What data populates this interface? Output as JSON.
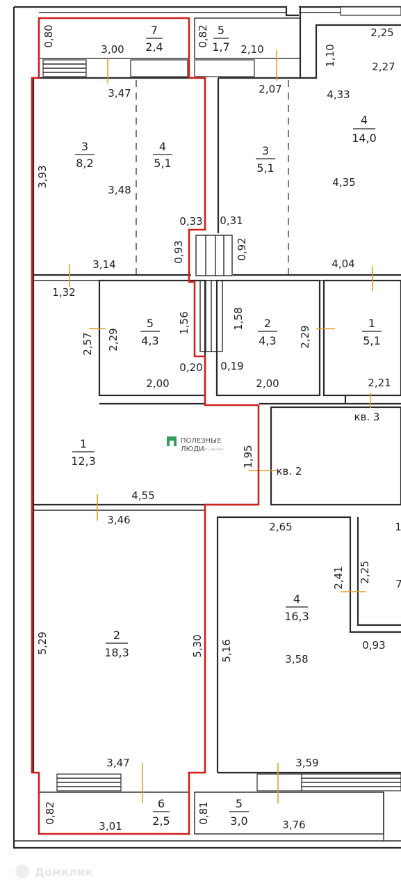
{
  "rooms": [
    {
      "num": "7",
      "area": "2,4"
    },
    {
      "num": "5",
      "area": "1,7"
    },
    {
      "num": "4",
      "area": "14,0"
    },
    {
      "num": "3",
      "area": "8,2"
    },
    {
      "num": "4",
      "area": "5,1"
    },
    {
      "num": "3",
      "area": "5,1"
    },
    {
      "num": "5",
      "area": "4,3"
    },
    {
      "num": "2",
      "area": "4,3"
    },
    {
      "num": "1",
      "area": "5,1"
    },
    {
      "num": "1",
      "area": "12,3"
    },
    {
      "num": "2",
      "area": "18,3"
    },
    {
      "num": "4",
      "area": "16,3"
    },
    {
      "num": "6",
      "area": "2,5"
    },
    {
      "num": "5",
      "area": "3,0"
    }
  ],
  "dimensions": [
    "0,80",
    "3,00",
    "0,82",
    "2,10",
    "2,25",
    "1,10",
    "2,27",
    "3,47",
    "2,07",
    "4,33",
    "3,93",
    "3,48",
    "4,35",
    "0,33",
    "0,31",
    "0,93",
    "0,92",
    "3,14",
    "4,04",
    "1,32",
    "2,57",
    "2,29",
    "1,56",
    "1,58",
    "2,29",
    "0,20",
    "0,19",
    "2,00",
    "2,00",
    "2,21",
    "1,95",
    "4,55",
    "3,46",
    "2,65",
    "1",
    "2,41",
    "2,25",
    "7",
    "0,93",
    "5,29",
    "5,30",
    "5,16",
    "3,58",
    "3,47",
    "3,59",
    "0,82",
    "3,01",
    "0,81",
    "3,76"
  ],
  "apartment_labels": [
    "кв. 3",
    "кв. 2"
  ],
  "logo": {
    "line1": "ПОЛЕЗНЫЕ",
    "line2": "ЛЮДИ",
    "sub": "Сеть агентств"
  },
  "watermark": "Домклик",
  "colors": {
    "outline": "#d11f1f",
    "walls": "#2a2a2a",
    "dim_tick": "#e0a020",
    "logo": "#2e9e5a"
  }
}
